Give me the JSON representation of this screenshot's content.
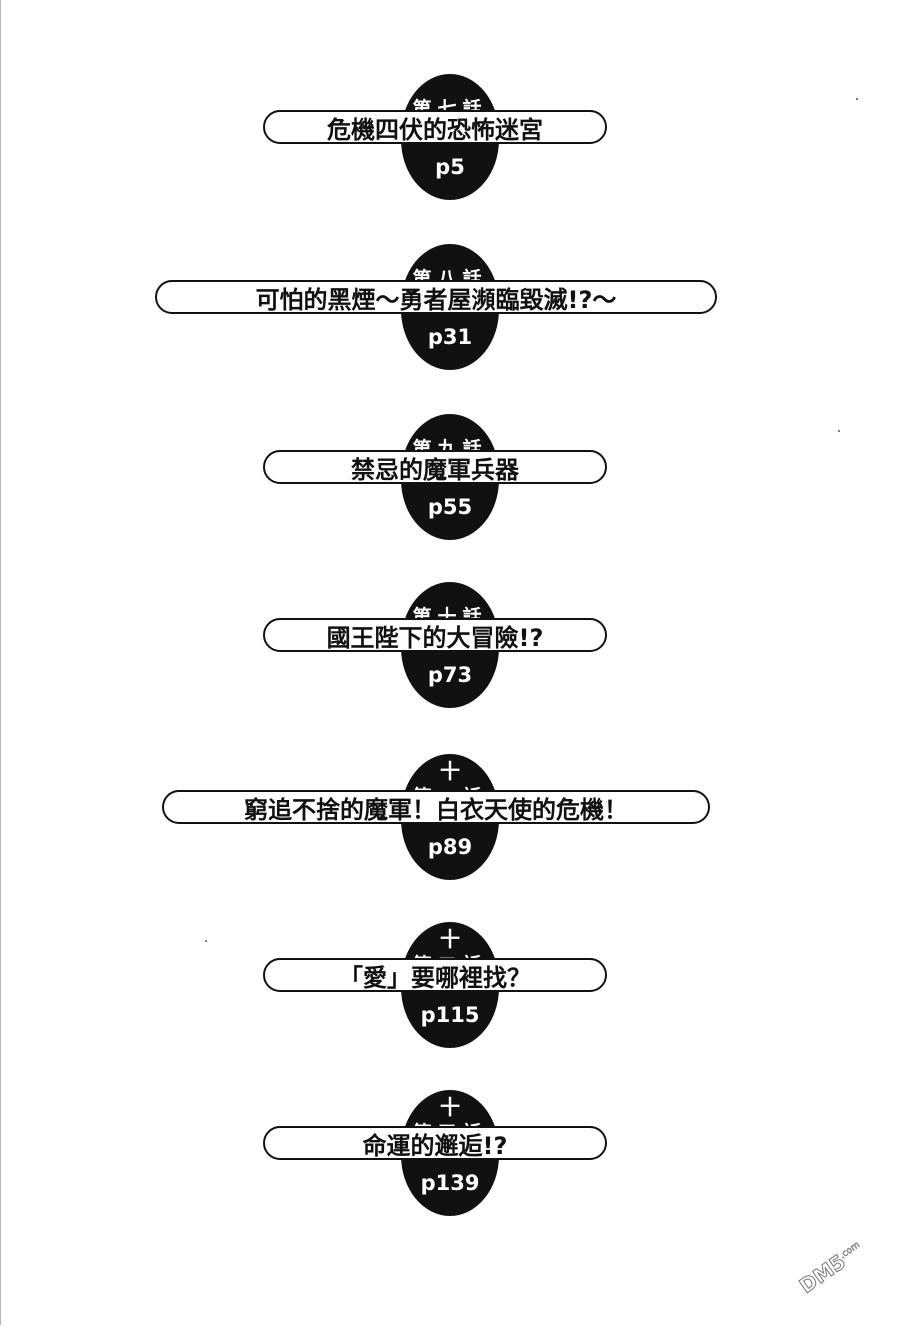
{
  "toc": [
    {
      "episode": "第七話",
      "title": "危機四伏的恐怖迷宮",
      "page": "p5"
    },
    {
      "episode": "第八話",
      "title": "可怕的黑煙～勇者屋瀕臨毀滅!?～",
      "page": "p31"
    },
    {
      "episode": "第九話",
      "title": "禁忌的魔軍兵器",
      "page": "p55"
    },
    {
      "episode": "第十話",
      "title": "國王陛下的大冒險!?",
      "page": "p73"
    },
    {
      "episode_top": "十",
      "episode": "第一話",
      "title": "窮追不捨的魔軍！白衣天使的危機！",
      "page": "p89"
    },
    {
      "episode_top": "十",
      "episode": "第二話",
      "title": "「愛」要哪裡找？",
      "page": "p115"
    },
    {
      "episode_top": "十",
      "episode": "第三話",
      "title": "命運的邂逅!?",
      "page": "p139"
    }
  ],
  "watermark": "DM5.com"
}
